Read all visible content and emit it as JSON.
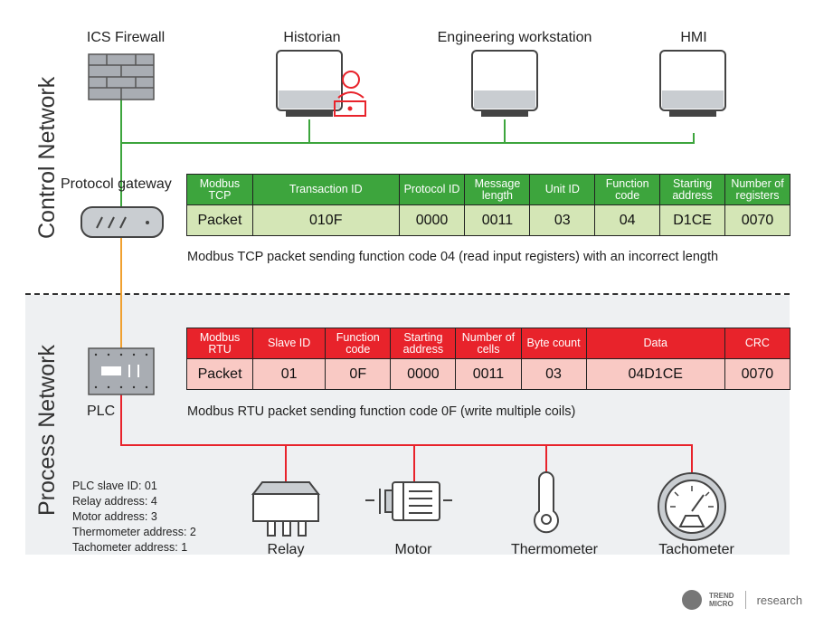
{
  "sections": {
    "control": "Control Network",
    "process": "Process Network"
  },
  "devices": {
    "firewall": "ICS Firewall",
    "historian": "Historian",
    "workstation": "Engineering workstation",
    "hmi": "HMI",
    "gateway": "Protocol gateway",
    "plc": "PLC",
    "relay": "Relay",
    "motor": "Motor",
    "thermometer": "Thermometer",
    "tachometer": "Tachometer"
  },
  "tcp_table": {
    "headers": [
      "Modbus TCP",
      "Transaction ID",
      "Protocol ID",
      "Message length",
      "Unit ID",
      "Function code",
      "Starting address",
      "Number of registers"
    ],
    "values": [
      "Packet",
      "010F",
      "0000",
      "0011",
      "03",
      "04",
      "D1CE",
      "0070"
    ]
  },
  "tcp_caption": "Modbus TCP packet sending function code 04 (read input registers) with an incorrect length",
  "rtu_table": {
    "headers": [
      "Modbus RTU",
      "Slave ID",
      "Function code",
      "Starting address",
      "Number of cells",
      "Byte count",
      "Data",
      "CRC"
    ],
    "values": [
      "Packet",
      "01",
      "0F",
      "0000",
      "0011",
      "03",
      "04D1CE",
      "0070"
    ]
  },
  "rtu_caption": "Modbus RTU packet sending function code 0F (write multiple coils)",
  "addresses": [
    "PLC slave ID: 01",
    "Relay address: 4",
    "Motor address: 3",
    "Thermometer address: 2",
    "Tachometer address: 1"
  ],
  "branding": {
    "company_top": "TREND",
    "company_bottom": "MICRO",
    "division": "research"
  },
  "colors": {
    "control_link": "#3da53d",
    "process_link": "#e8232b",
    "gateway_link": "#f0a030",
    "tcp_header": "#3da53d",
    "tcp_row": "#d4e6b6",
    "rtu_header": "#e8232b",
    "rtu_row": "#f9c9c4",
    "attacker": "#e8232b"
  }
}
